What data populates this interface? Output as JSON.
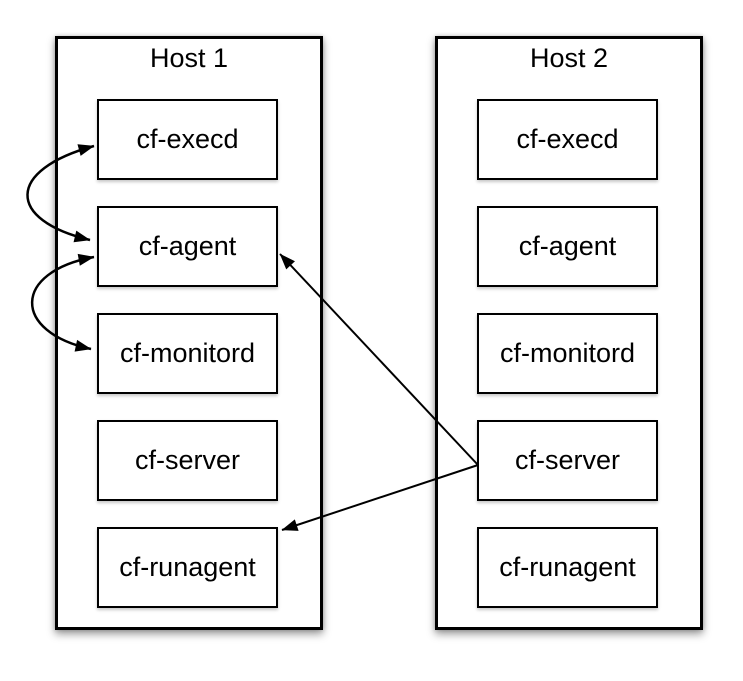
{
  "colors": {
    "background": "#ffffff",
    "stroke": "#000000",
    "box_fill": "#ffffff",
    "text": "#000000"
  },
  "hosts": [
    {
      "title": "Host 1",
      "components": [
        "cf-execd",
        "cf-agent",
        "cf-monitord",
        "cf-server",
        "cf-runagent"
      ]
    },
    {
      "title": "Host 2",
      "components": [
        "cf-execd",
        "cf-agent",
        "cf-monitord",
        "cf-server",
        "cf-runagent"
      ]
    }
  ],
  "connections": [
    {
      "from": "host1.cf-execd",
      "to": "host1.cf-agent",
      "style": "curved",
      "bidirectional": true
    },
    {
      "from": "host1.cf-agent",
      "to": "host1.cf-monitord",
      "style": "curved",
      "bidirectional": true
    },
    {
      "from": "host2.cf-server",
      "to": "host1.cf-agent",
      "style": "straight",
      "bidirectional": false
    },
    {
      "from": "host2.cf-server",
      "to": "host1.cf-runagent",
      "style": "straight",
      "bidirectional": false
    }
  ]
}
